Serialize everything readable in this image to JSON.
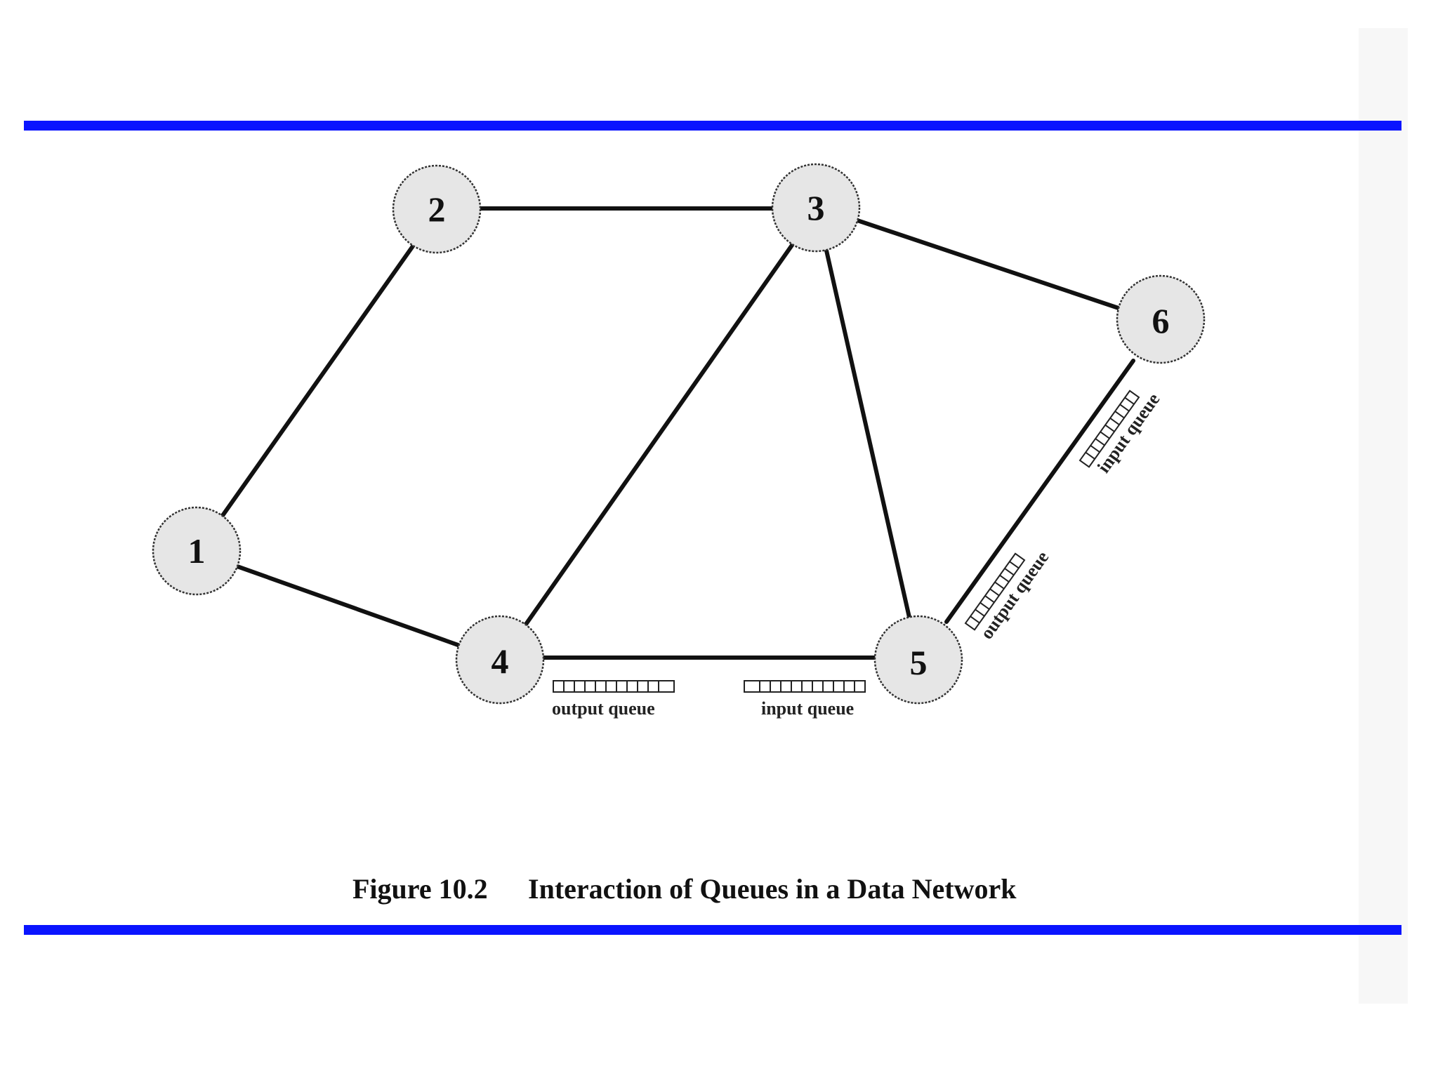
{
  "colors": {
    "rule": "#0a14ff",
    "node_fill": "#e6e6e6",
    "edge": "#111111"
  },
  "nodes": [
    {
      "id": "1",
      "label": "1"
    },
    {
      "id": "2",
      "label": "2"
    },
    {
      "id": "3",
      "label": "3"
    },
    {
      "id": "4",
      "label": "4"
    },
    {
      "id": "5",
      "label": "5"
    },
    {
      "id": "6",
      "label": "6"
    }
  ],
  "edges": [
    {
      "from": "1",
      "to": "2"
    },
    {
      "from": "2",
      "to": "3"
    },
    {
      "from": "1",
      "to": "4"
    },
    {
      "from": "3",
      "to": "4"
    },
    {
      "from": "3",
      "to": "5"
    },
    {
      "from": "3",
      "to": "6"
    },
    {
      "from": "4",
      "to": "5"
    },
    {
      "from": "5",
      "to": "6"
    }
  ],
  "queues": {
    "link_4_5": {
      "output_label": "output queue",
      "input_label": "input queue"
    },
    "link_5_6": {
      "output_label": "output queue",
      "input_label": "input queue"
    }
  },
  "caption": {
    "figure_number": "Figure 10.2",
    "title": "Interaction of Queues in a Data Network"
  }
}
